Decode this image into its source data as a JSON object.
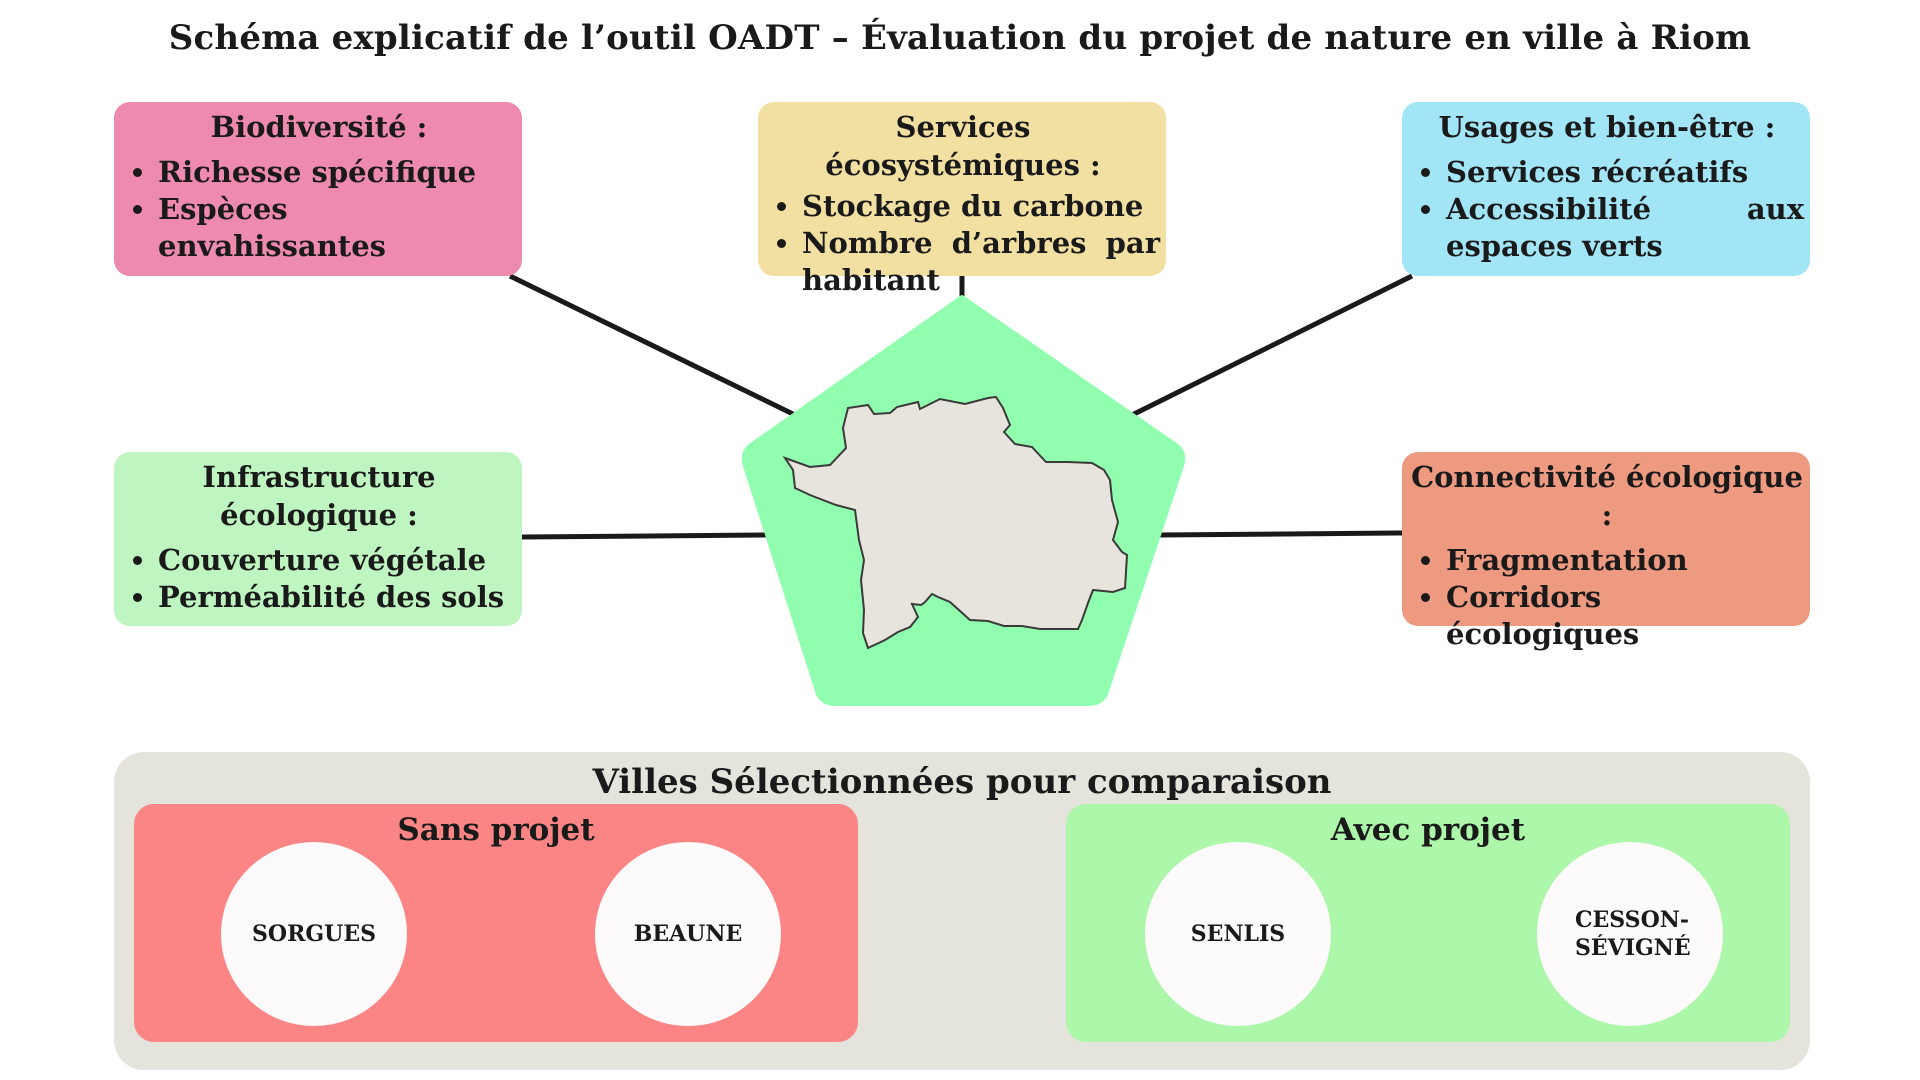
{
  "title": "Schéma explicatif de l’outil OADT – Évaluation du projet de nature en ville à Riom",
  "boxes": {
    "biodiversite": {
      "title": "Biodiversité :",
      "items": [
        "Richesse spécifique",
        "Espèces envahissantes"
      ]
    },
    "services": {
      "title": "Services écosystémiques :",
      "items": [
        "Stockage du carbone",
        "Nombre d’arbres par habitant"
      ]
    },
    "usages": {
      "title": "Usages et bien-être :",
      "items": [
        "Services récréatifs",
        "Accessibilité aux espaces verts"
      ]
    },
    "infrastructure": {
      "title": "Infrastructure écologique :",
      "items": [
        "Couverture végétale",
        "Perméabilité des sols"
      ]
    },
    "connectivite": {
      "title": "Connectivité écologique :",
      "items": [
        "Fragmentation",
        "Corridors écologiques"
      ]
    }
  },
  "comparison": {
    "title": "Villes Sélectionnées pour comparaison",
    "sans_projet": {
      "label": "Sans projet",
      "cities": [
        "SORGUES",
        "BEAUNE"
      ]
    },
    "avec_projet": {
      "label": "Avec projet",
      "cities": [
        "SENLIS",
        "CESSON-SÉVIGNÉ"
      ]
    }
  },
  "colors": {
    "biodiversite": "#ee8ab0",
    "services": "#f2e0a2",
    "usages": "#a2e5f7",
    "infrastructure": "#bff5c1",
    "connectivite": "#ee9a80",
    "pentagon": "#91fdae",
    "city_shape": "#e6e4dc",
    "panel": "#e4e3dc",
    "sans_projet": "#fb8585",
    "avec_projet": "#adf7aa"
  }
}
